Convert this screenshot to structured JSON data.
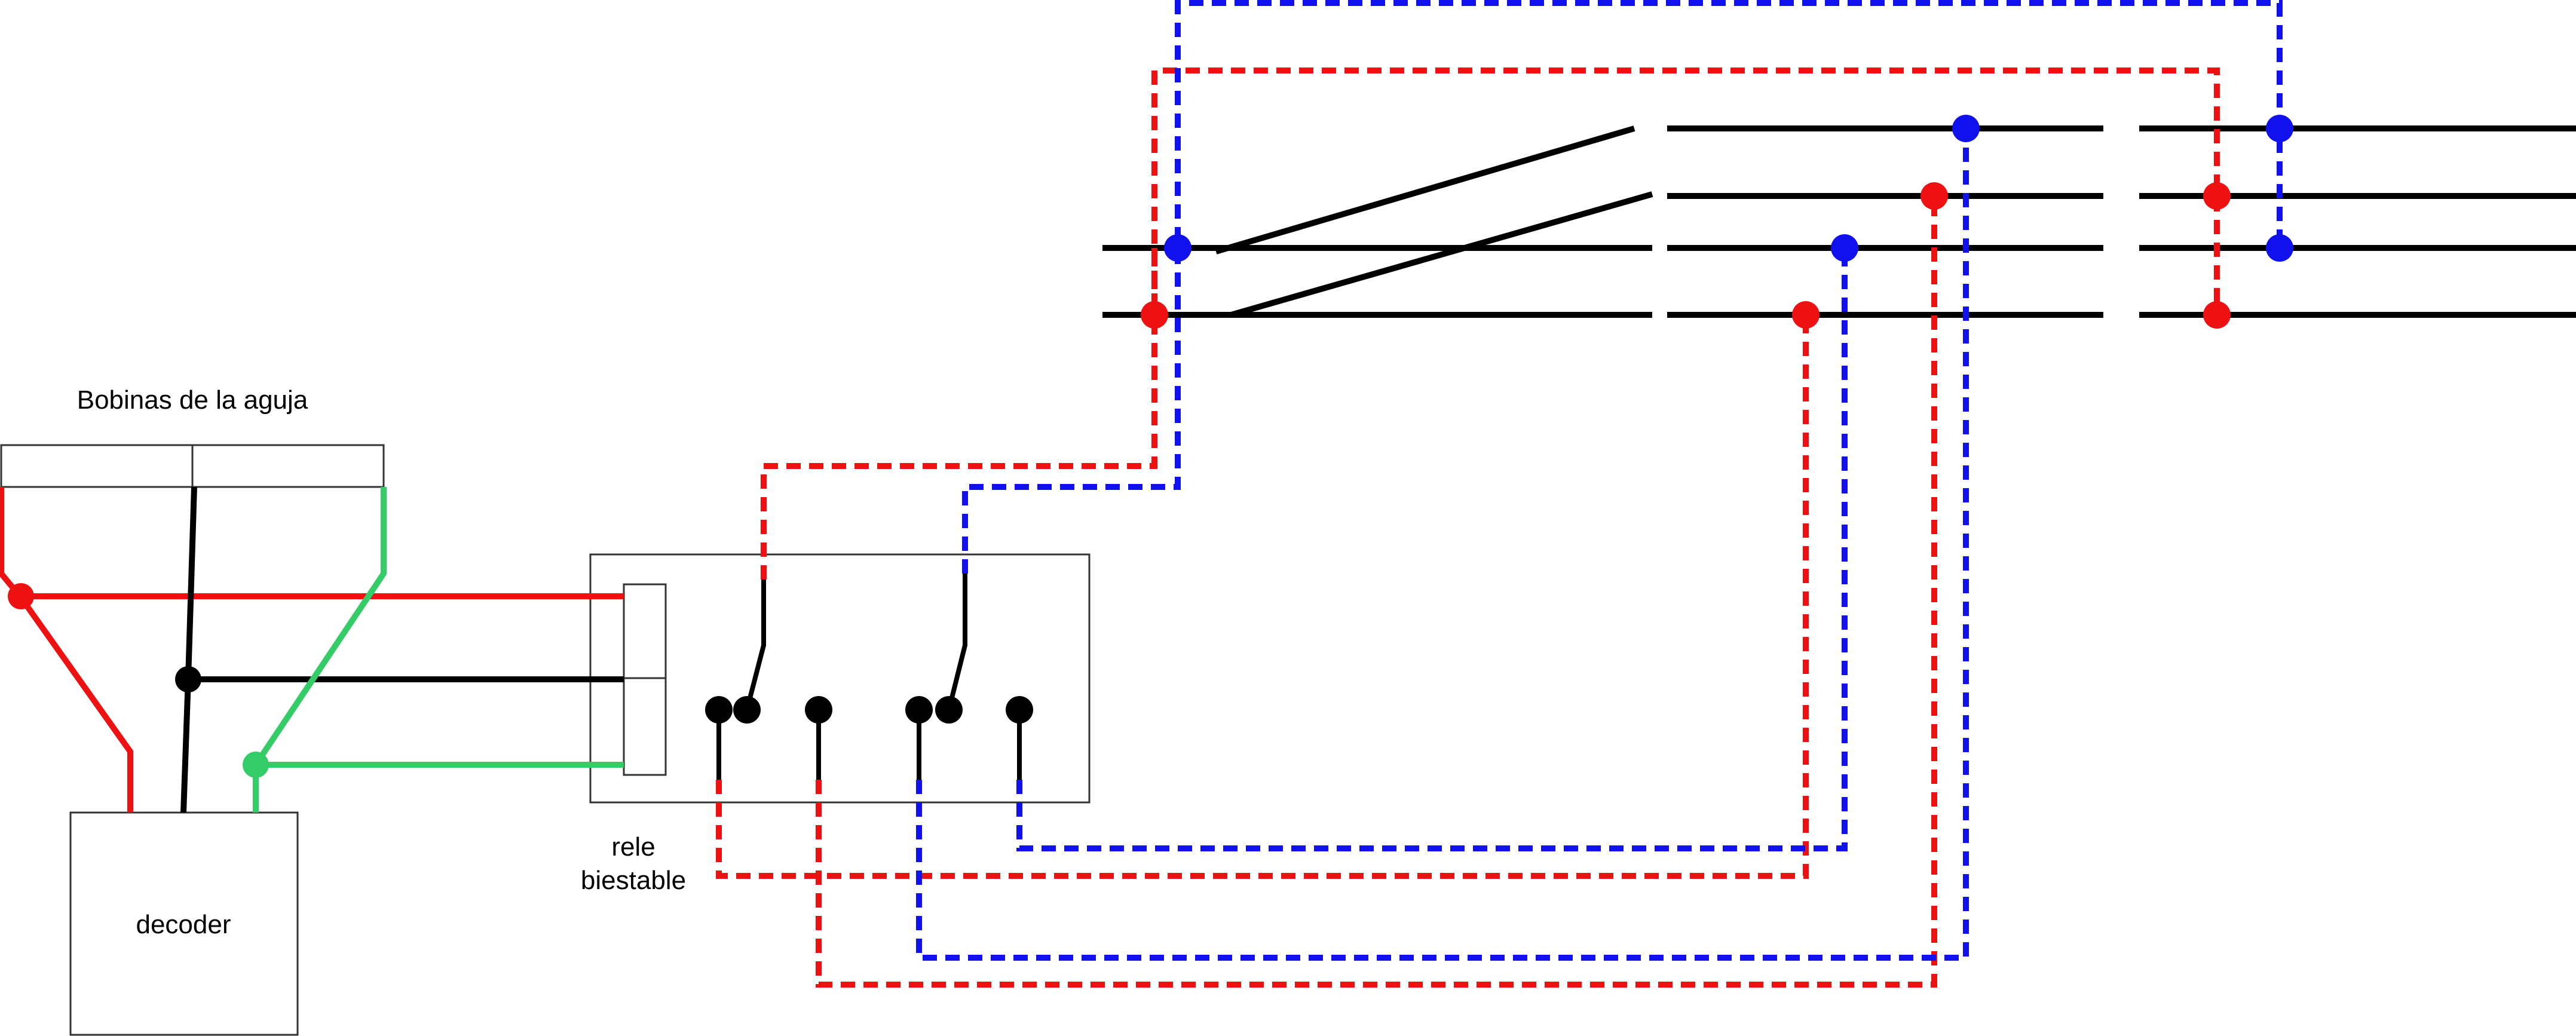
{
  "labels": {
    "coils_title": "Bobinas de la aguja",
    "decoder": "decoder",
    "relay_line1": "rele",
    "relay_line2": "biestable"
  },
  "colors": {
    "red": "#ee1111",
    "blue": "#1111ee",
    "green": "#33cc66",
    "black": "#000000",
    "box_stroke": "#333333"
  }
}
